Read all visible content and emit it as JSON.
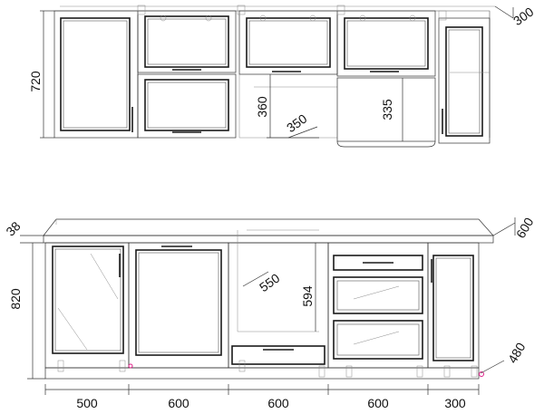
{
  "colors": {
    "line": "#333333",
    "frame": "#1a1a1a",
    "accent": "#e0208a",
    "background": "#ffffff"
  },
  "upper": {
    "height": "720",
    "depth": "300",
    "open_shelf_height": "360",
    "open_shelf_depth": "350",
    "hood_cabinet_height": "335"
  },
  "lower": {
    "worktop_thickness": "38",
    "worktop_depth": "600",
    "height": "820",
    "niche_depth": "550",
    "niche_height": "594",
    "plinth_depth": "480",
    "widths": [
      "500",
      "600",
      "600",
      "600",
      "300"
    ]
  }
}
